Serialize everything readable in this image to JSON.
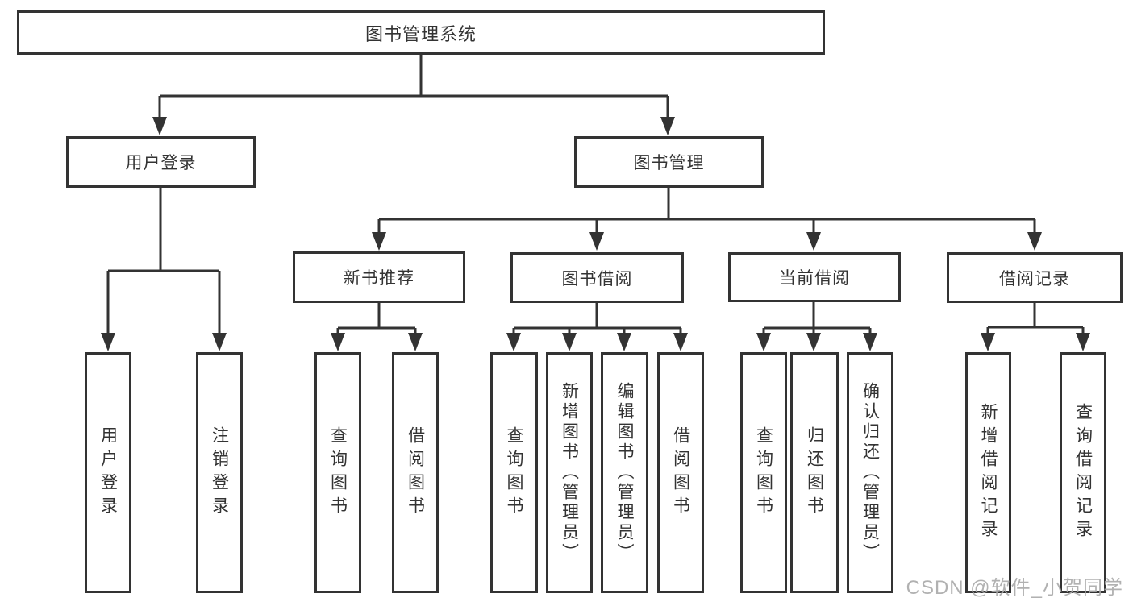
{
  "diagram": {
    "type": "hierarchy-tree",
    "title": "图书管理系统",
    "nodes": {
      "root": "图书管理系统",
      "userLogin": "用户登录",
      "bookManagement": "图书管理",
      "userLoginAction": "用户登录",
      "logoutAction": "注销登录",
      "newBookRecommend": "新书推荐",
      "bookBorrow": "图书借阅",
      "currentBorrow": "当前借阅",
      "borrowRecords": "借阅记录",
      "queryBooksRecommend": "查询图书",
      "borrowBooksRecommend": "借阅图书",
      "queryBooksBorrow": "查询图书",
      "addBooksAdmin": "新增图书（管理员）",
      "editBooksAdmin": "编辑图书（管理员）",
      "borrowBooksBorrow": "借阅图书",
      "queryBooksCurrent": "查询图书",
      "returnBooks": "归还图书",
      "confirmReturnAdmin": "确认归还（管理员）",
      "addBorrowRecord": "新增借阅记录",
      "queryBorrowRecord": "查询借阅记录"
    },
    "structure": {
      "图书管理系统": [
        "用户登录",
        "图书管理"
      ],
      "用户登录": [
        "用户登录",
        "注销登录"
      ],
      "图书管理": [
        "新书推荐",
        "图书借阅",
        "当前借阅",
        "借阅记录"
      ],
      "新书推荐": [
        "查询图书",
        "借阅图书"
      ],
      "图书借阅": [
        "查询图书",
        "新增图书（管理员）",
        "编辑图书（管理员）",
        "借阅图书"
      ],
      "当前借阅": [
        "查询图书",
        "归还图书",
        "确认归还（管理员）"
      ],
      "借阅记录": [
        "新增借阅记录",
        "查询借阅记录"
      ]
    },
    "colors": {
      "line": "#333333",
      "border": "#333333",
      "text": "#333333",
      "background": "#ffffff",
      "watermark": "#a9a9a9"
    }
  },
  "watermark": {
    "text": "CSDN @软件_小贺同学"
  }
}
